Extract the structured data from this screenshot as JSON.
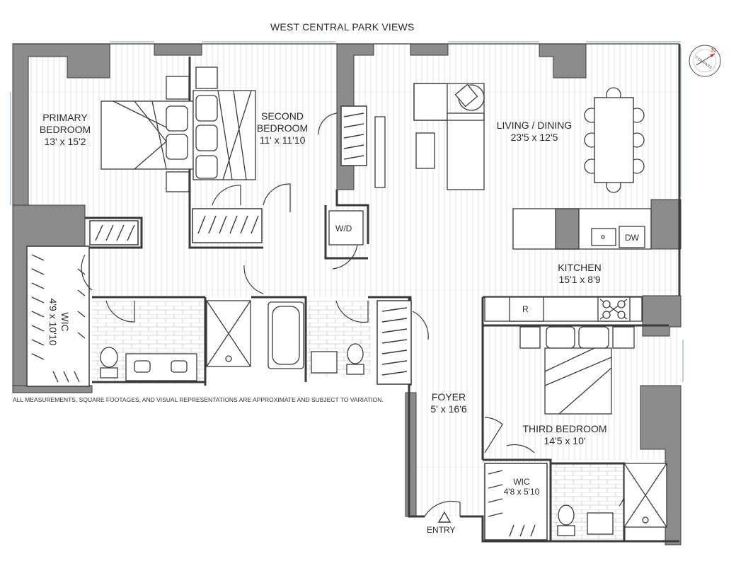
{
  "title": "WEST CENTRAL PARK VIEWS",
  "rooms": {
    "primary_bedroom": {
      "name_line1": "PRIMARY",
      "name_line2": "BEDROOM",
      "dims": "13' x 15'2"
    },
    "second_bedroom": {
      "name_line1": "SECOND",
      "name_line2": "BEDROOM",
      "dims": "11' x 11'10"
    },
    "living_dining": {
      "name": "LIVING / DINING",
      "dims": "23'5 x 12'5"
    },
    "kitchen": {
      "name": "KITCHEN",
      "dims": "15'1 x 8'9"
    },
    "wic_primary": {
      "name": "WIC",
      "dims": "4'9 x 10'10"
    },
    "foyer": {
      "name": "FOYER",
      "dims": "5' x 16'6"
    },
    "third_bedroom": {
      "name": "THIRD BEDROOM",
      "dims": "14'5 x 10'"
    },
    "wic_third": {
      "name": "WIC",
      "dims": "4'8 x 5'10"
    }
  },
  "appliances": {
    "washer_dryer": "W/D",
    "dishwasher": "DW",
    "refrigerator": "R"
  },
  "entry": "ENTRY",
  "disclaimer": "ALL MEASUREMENTS, SQUARE FOOTAGES, AND VISUAL REPRESENTATIONS ARE APPROXIMATE AND SUBJECT TO VARIATION.",
  "compass": {
    "label": "COMPASS",
    "north": "N"
  },
  "colors": {
    "wall": "#8c8c8c",
    "wall_stroke": "#3a3a3a",
    "floor_line": "#d6d6d6",
    "window": "#cfe3ee"
  }
}
